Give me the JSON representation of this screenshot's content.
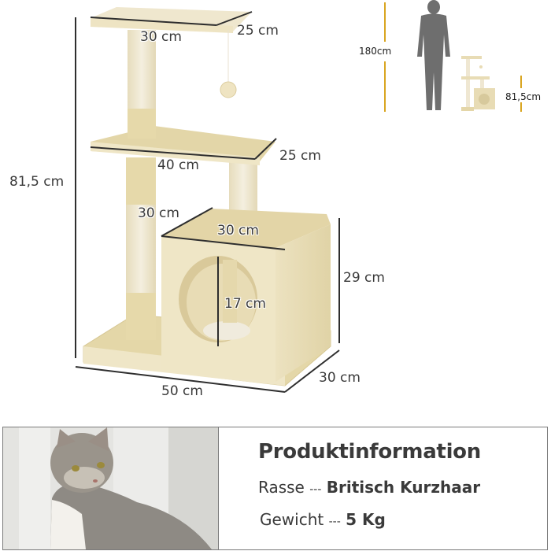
{
  "diagram": {
    "overall_height": "81,5 cm",
    "top_platform": {
      "width": "30 cm",
      "depth": "25 cm"
    },
    "middle_platform": {
      "width": "40 cm",
      "depth": "25 cm"
    },
    "box": {
      "depth": "30 cm",
      "width": "30 cm",
      "height": "29 cm",
      "opening_height": "17 cm"
    },
    "base": {
      "width": "50 cm",
      "depth": "30 cm"
    }
  },
  "scale_comparison": {
    "person_height": "180cm",
    "product_height": "81,5cm",
    "accent_color": "#d9a520",
    "silhouette_color": "#6e6e6e"
  },
  "product_info": {
    "title": "Produktinformation",
    "rows": [
      {
        "label": "Rasse",
        "separator": "---",
        "value": "Britisch Kurzhaar"
      },
      {
        "label": "Gewicht",
        "separator": "---",
        "value": "5 Kg"
      }
    ]
  },
  "colors": {
    "plush_beige": "#e8dcb2",
    "plush_light": "#f1e9cc",
    "sisal": "#efe8d2",
    "dimension_line": "#2e2e2e",
    "panel_border": "#7a7a7a"
  }
}
